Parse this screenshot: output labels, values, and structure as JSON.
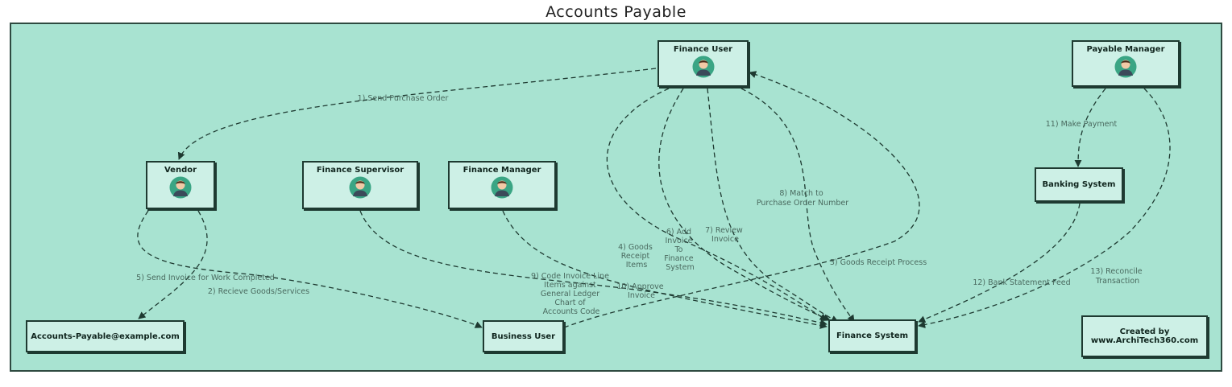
{
  "title": "Accounts Payable",
  "colors": {
    "background": "#a8e3d1",
    "node_fill": "#cdf0e6",
    "stroke": "#1e3a31",
    "avatar_ring": "#3aa584"
  },
  "actors": {
    "finance_user": "Finance User",
    "payable_manager": "Payable Manager",
    "vendor": "Vendor",
    "finance_supervisor": "Finance Supervisor",
    "finance_manager": "Finance Manager"
  },
  "systems": {
    "banking_system": "Banking System",
    "accounts_payable_email": "Accounts-Payable@example.com",
    "business_user": "Business User",
    "finance_system": "Finance System",
    "created_by_line1": "Created by",
    "created_by_line2": "www.ArchiTech360.com"
  },
  "icons": {
    "actor": "user-avatar-icon"
  },
  "edges": {
    "e1": "1) Send Purchase Order",
    "e2": "2) Recieve Goods/Services",
    "e3": "3) Goods Receipt Process",
    "e4": [
      "4) Goods",
      "Receipt",
      "Items"
    ],
    "e5": "5) Send Invoice for Work Completed",
    "e6": [
      "6) Add",
      "Invoice",
      "To",
      "Finance",
      "System"
    ],
    "e7": [
      "7) Review",
      "Invoice"
    ],
    "e8": [
      "8) Match to",
      "Purchase Order Number"
    ],
    "e9": [
      "9) Code Invoice Line",
      "Items against",
      "General Ledger",
      "Chart of",
      "Accounts Code"
    ],
    "e10": [
      "10) Approve",
      "Invoice"
    ],
    "e11": "11) Make Payment",
    "e12": "12) Bank Statement Feed",
    "e13": [
      "13) Reconcile",
      "Transaction"
    ]
  }
}
